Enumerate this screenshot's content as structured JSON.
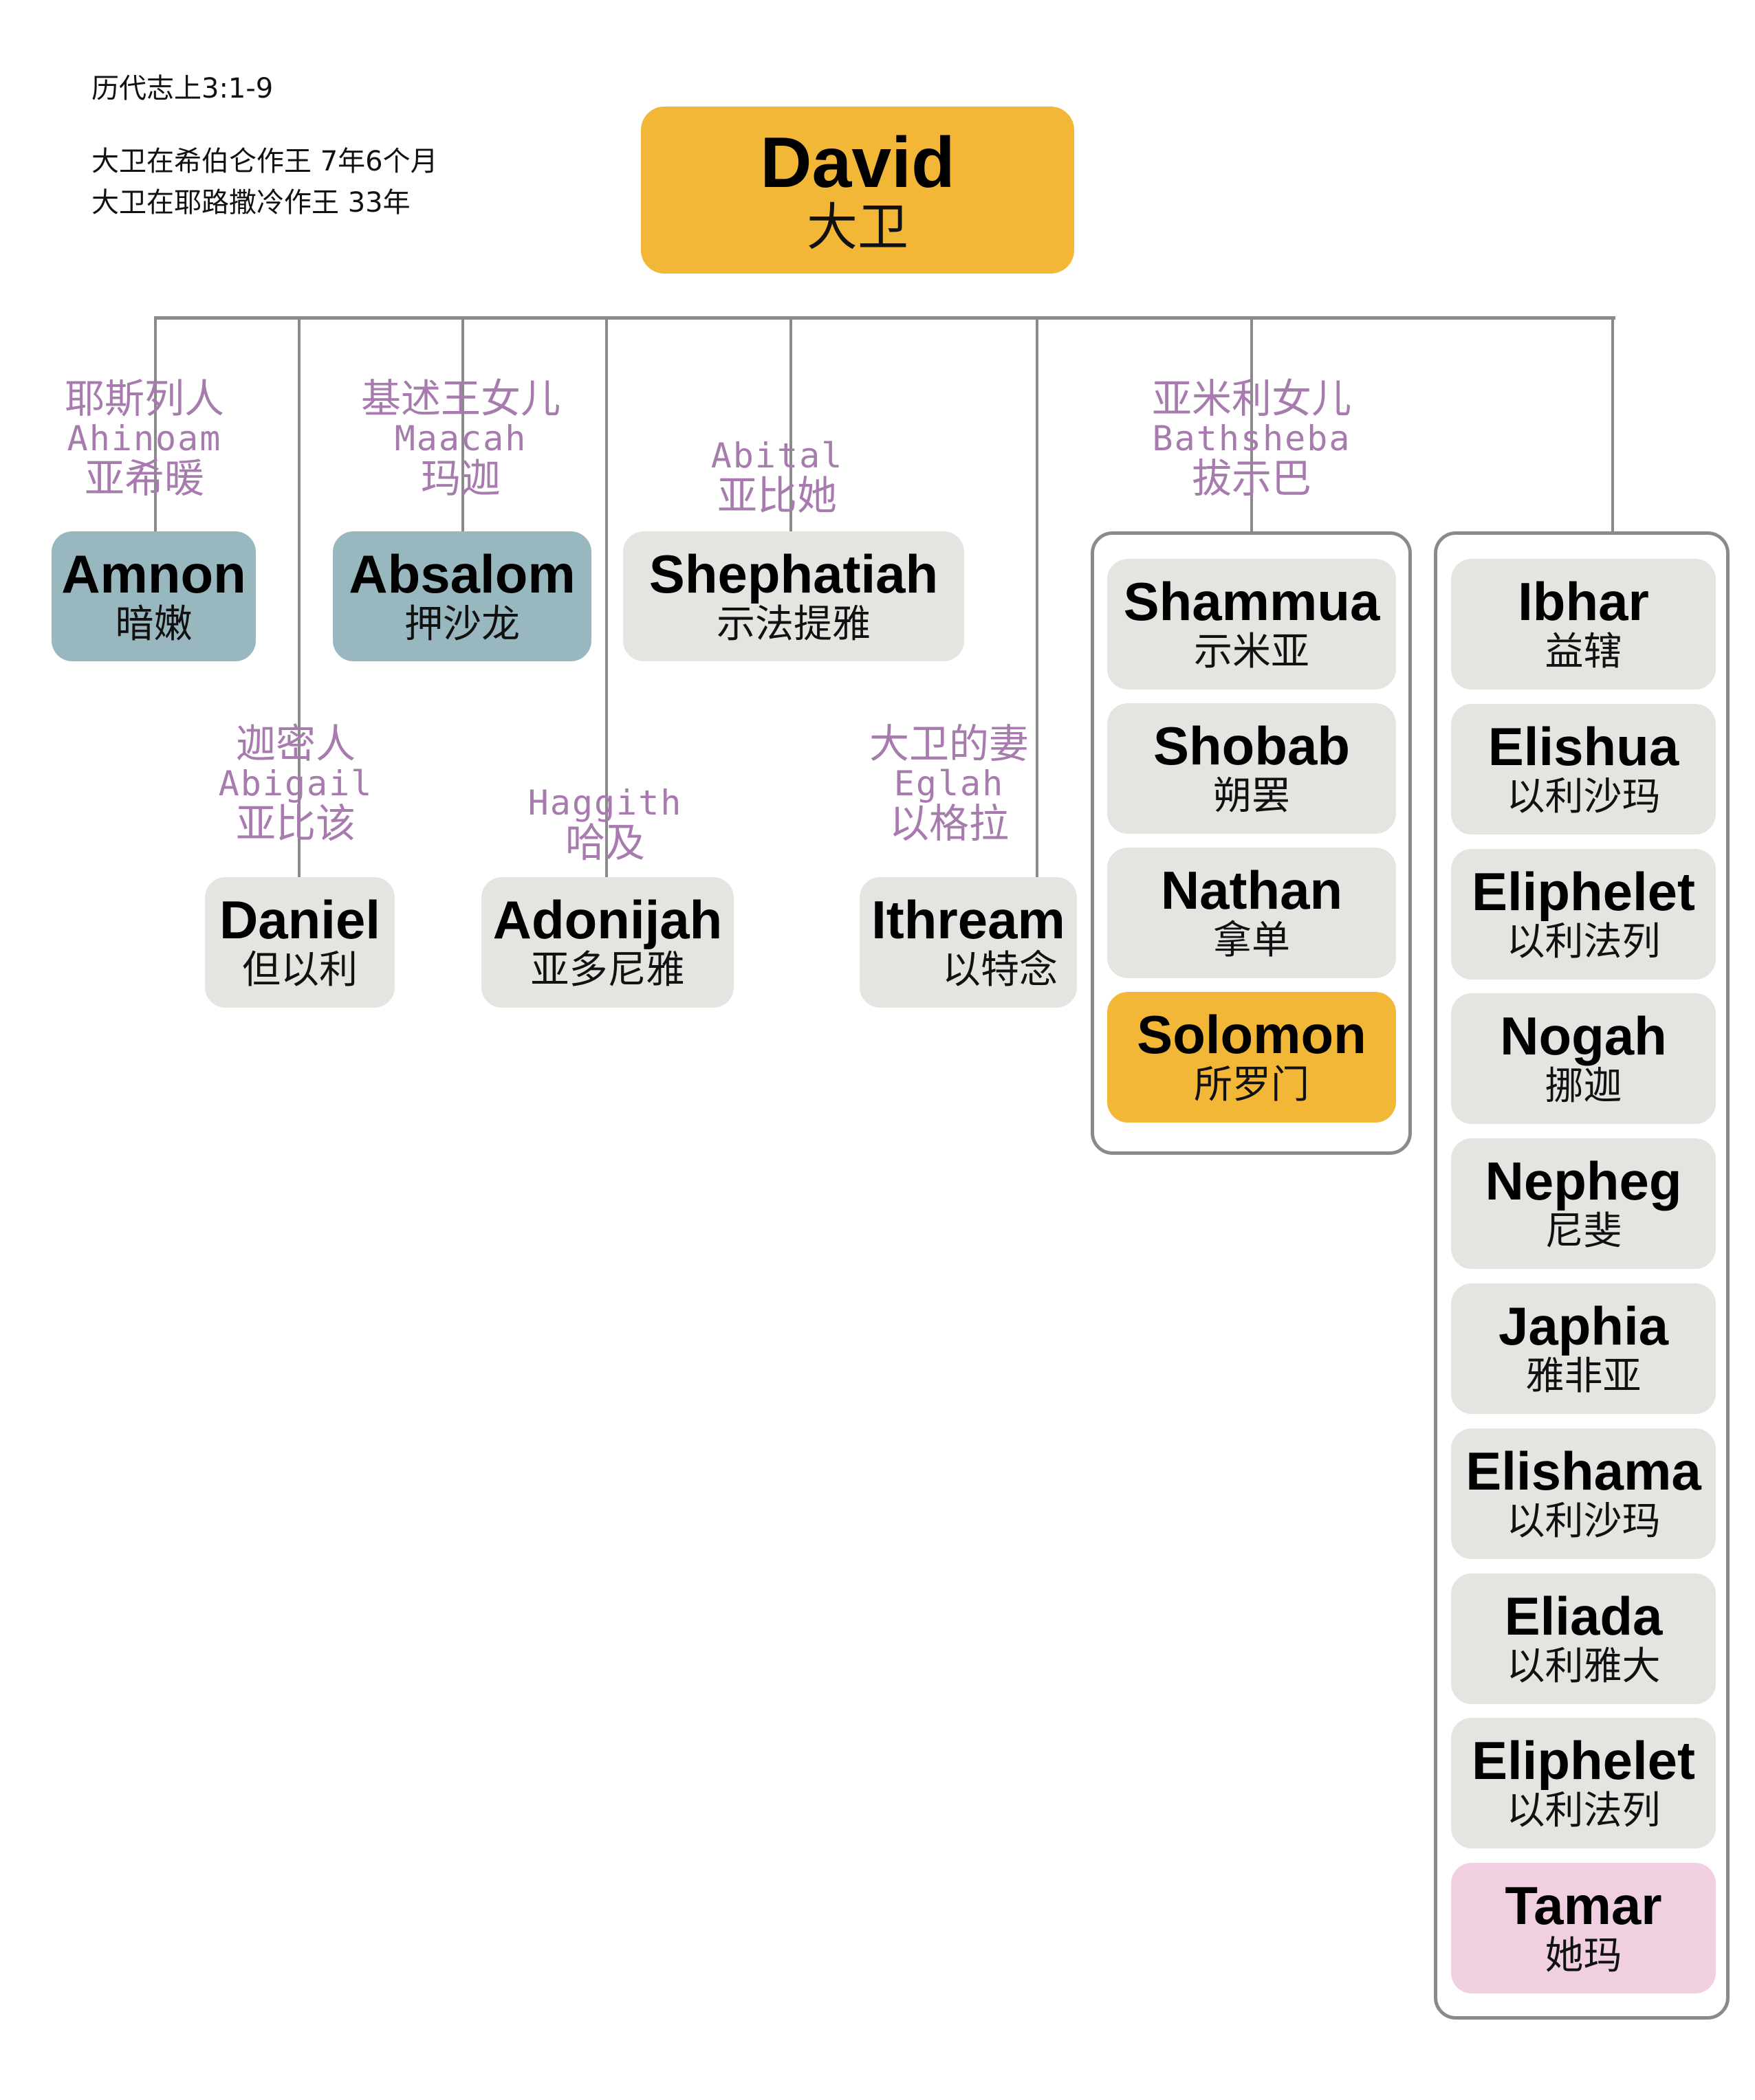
{
  "notes": {
    "reference": "历代志上3:1-9",
    "reign_hebron": "大卫在希伯仑作王 7年6个月",
    "reign_jerusalem": "大卫在耶路撒冷作王 33年"
  },
  "colors": {
    "king": "#F2B737",
    "eldest_sons": "#99B7BF",
    "son": "#E6E4E0",
    "daughter": "#F0D0E0",
    "mother_label": "#A77BAE",
    "connector": "#8A8A8A"
  },
  "root": {
    "en": "David",
    "zh": "大卫"
  },
  "mothers": {
    "ahinoam": {
      "origin": "耶斯列人",
      "en": "Ahinoam",
      "zh": "亚希暖"
    },
    "abigail": {
      "origin": "迦密人",
      "en": "Abigail",
      "zh": "亚比该"
    },
    "maacah": {
      "origin": "基述王女儿",
      "en": "Maacah",
      "zh": "玛迦"
    },
    "haggith": {
      "en": "Haggith",
      "zh": "哈及"
    },
    "abital": {
      "en": "Abital",
      "zh": "亚比她"
    },
    "eglah": {
      "origin": "大卫的妻",
      "en": "Eglah",
      "zh": "以格拉"
    },
    "bathsheba": {
      "origin": "亚米利女儿",
      "en": "Bathsheba",
      "zh": "拔示巴"
    }
  },
  "hebron_sons": {
    "amnon": {
      "en": "Amnon",
      "zh": "暗嫩"
    },
    "daniel": {
      "en": "Daniel",
      "zh": "但以利"
    },
    "absalom": {
      "en": "Absalom",
      "zh": "押沙龙"
    },
    "adonijah": {
      "en": "Adonijah",
      "zh": "亚多尼雅"
    },
    "shephatiah": {
      "en": "Shephatiah",
      "zh": "示法提雅"
    },
    "ithream": {
      "en": "Ithream",
      "zh": "以特念"
    }
  },
  "bathsheba_sons": [
    {
      "en": "Shammua",
      "zh": "示米亚"
    },
    {
      "en": "Shobab",
      "zh": "朔罢"
    },
    {
      "en": "Nathan",
      "zh": "拿单"
    },
    {
      "en": "Solomon",
      "zh": "所罗门"
    }
  ],
  "other_children": [
    {
      "en": "Ibhar",
      "zh": "益辖"
    },
    {
      "en": "Elishua",
      "zh": "以利沙玛"
    },
    {
      "en": "Eliphelet",
      "zh": "以利法列"
    },
    {
      "en": "Nogah",
      "zh": "挪迦"
    },
    {
      "en": "Nepheg",
      "zh": "尼斐"
    },
    {
      "en": "Japhia",
      "zh": "雅非亚"
    },
    {
      "en": "Elishama",
      "zh": "以利沙玛"
    },
    {
      "en": "Eliada",
      "zh": "以利雅大"
    },
    {
      "en": "Eliphelet",
      "zh": "以利法列"
    },
    {
      "en": "Tamar",
      "zh": "她玛"
    }
  ]
}
